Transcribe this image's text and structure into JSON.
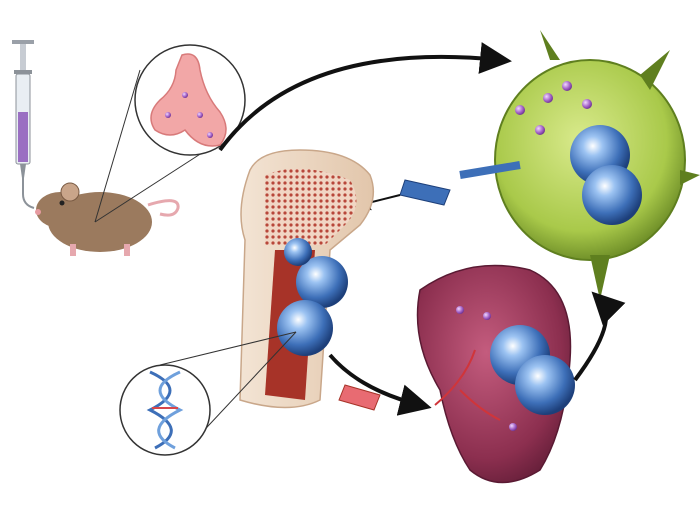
{
  "diagram": {
    "type": "illustration",
    "stages": [
      {
        "id": "syringe",
        "icon": "syringe-icon"
      },
      {
        "id": "mouse",
        "icon": "mouse-icon"
      },
      {
        "id": "stomach-inset",
        "icon": "stomach-icon"
      },
      {
        "id": "lymph-node",
        "icon": "lymph-node-icon"
      },
      {
        "id": "bone-marrow",
        "icon": "bone-icon"
      },
      {
        "id": "spleen",
        "icon": "spleen-icon"
      },
      {
        "id": "dna-inset",
        "icon": "dna-icon"
      }
    ],
    "colors": {
      "syringe_fluid": "#9a6fc2",
      "mouse_fur": "#9b7a5e",
      "stomach": "#f2a7a7",
      "lymph_node": "#a9c94a",
      "bone_marrow": "#a73328",
      "spleen": "#8c2f4f",
      "cell_blue": "#3d6fb8",
      "particle_purple": "#a463c8",
      "arrow": "#111111"
    }
  }
}
